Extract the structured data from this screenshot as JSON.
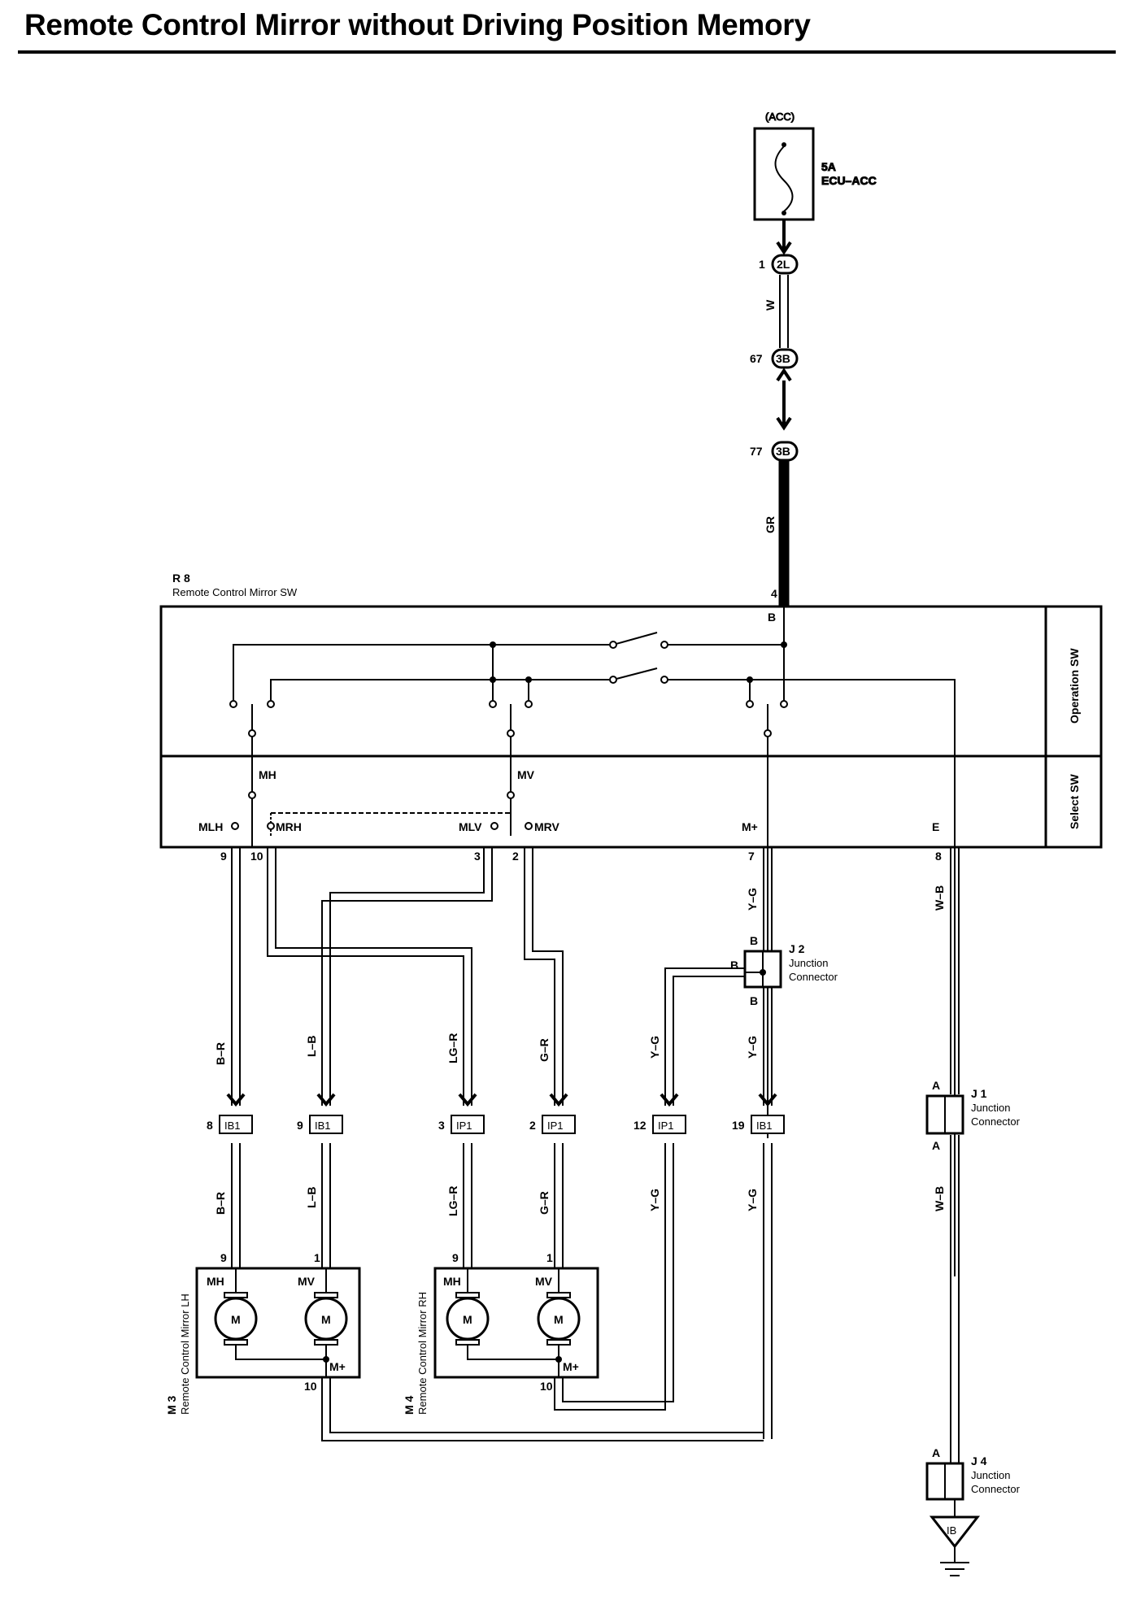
{
  "title": "Remote Control Mirror without Driving Position Memory",
  "fuse": {
    "supply": "(ACC)",
    "rating": "5A",
    "name": "ECU–ACC"
  },
  "connectors_top": [
    {
      "pin": "1",
      "code": "2L"
    },
    {
      "pin": "67",
      "code": "3B"
    },
    {
      "pin": "77",
      "code": "3B"
    }
  ],
  "wire_colors": {
    "W": "W",
    "GR": "GR",
    "BR": "B–R",
    "LB": "L–B",
    "LGR": "LG–R",
    "GRn": "G–R",
    "YG": "Y–G",
    "WB": "W–B"
  },
  "switch": {
    "id": "R 8",
    "name": "Remote Control Mirror SW",
    "section_operation": "Operation SW",
    "section_select": "Select SW",
    "terminal_b": "B",
    "pin_b": "4",
    "contacts": {
      "mh": "MH",
      "mv": "MV"
    },
    "terminals": [
      {
        "name": "MLH",
        "pin": "9"
      },
      {
        "name": "MRH",
        "pin": "10"
      },
      {
        "name": "MLV",
        "pin": "3"
      },
      {
        "name": "MRV",
        "pin": "2"
      },
      {
        "name": "M+",
        "pin": "7"
      },
      {
        "name": "E",
        "pin": "8"
      }
    ]
  },
  "junctions": [
    {
      "id": "J 2",
      "line1": "Junction",
      "line2": "Connector",
      "pins": [
        "B",
        "B",
        "B"
      ]
    },
    {
      "id": "J 1",
      "line1": "Junction",
      "line2": "Connector",
      "pins": [
        "A",
        "A"
      ]
    },
    {
      "id": "J 4",
      "line1": "Junction",
      "line2": "Connector",
      "pins": [
        "A"
      ]
    }
  ],
  "mid_connectors": [
    {
      "pin": "8",
      "code": "IB1"
    },
    {
      "pin": "9",
      "code": "IB1"
    },
    {
      "pin": "3",
      "code": "IP1"
    },
    {
      "pin": "2",
      "code": "IP1"
    },
    {
      "pin": "12",
      "code": "IP1"
    },
    {
      "pin": "19",
      "code": "IB1"
    }
  ],
  "mirrors": [
    {
      "id": "M 3",
      "name": "Remote Control Mirror LH",
      "pin_mh": "9",
      "pin_mv": "1",
      "pin_mplus": "10",
      "label_mh": "MH",
      "label_mv": "MV",
      "label_mplus": "M+",
      "motor": "M"
    },
    {
      "id": "M 4",
      "name": "Remote Control Mirror RH",
      "pin_mh": "9",
      "pin_mv": "1",
      "pin_mplus": "10",
      "label_mh": "MH",
      "label_mv": "MV",
      "label_mplus": "M+",
      "motor": "M"
    }
  ],
  "ground": "IB"
}
